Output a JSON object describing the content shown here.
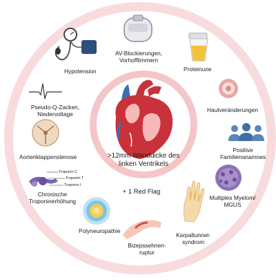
{
  "center": {
    "line1": ">12mm Wanddicke des",
    "line2": "linken Ventrikels",
    "flag": "+ 1 Red Flag"
  },
  "items": {
    "hypotension": "Hypotension",
    "av_line1": "AV-Blockierungen,",
    "av_line2": "Vorhofflimmern",
    "proteinurie": "Proteinurie",
    "haut": "Hautveränderungen",
    "fam_line1": "Positive",
    "fam_line2": "Familienanamnes",
    "myelom_line1": "Multiples Myelom/",
    "myelom_line2": "MGUS",
    "karpal_line1": "Karpaltunnel-",
    "karpal_line2": "syndrom",
    "bizeps_line1": "Bizepssehnen-",
    "bizeps_line2": "ruptur",
    "poly": "Polyneuropathie",
    "trop_line1": "Chronische",
    "trop_line2": "Troponinerhöhung",
    "aorten": "Aortenklappenstenose",
    "pseudo_line1": "Pseudo-Q-Zacken,",
    "pseudo_line2": "Niedervoltage"
  },
  "troponin": {
    "c": "Troponin C",
    "t": "Troponin T",
    "i": "Troponin I"
  },
  "colors": {
    "outer_ring": "#f6d9da",
    "inner_ring": "#f3c4c6",
    "heart_red": "#c9323a",
    "vessel_blue": "#3a6fb5"
  }
}
